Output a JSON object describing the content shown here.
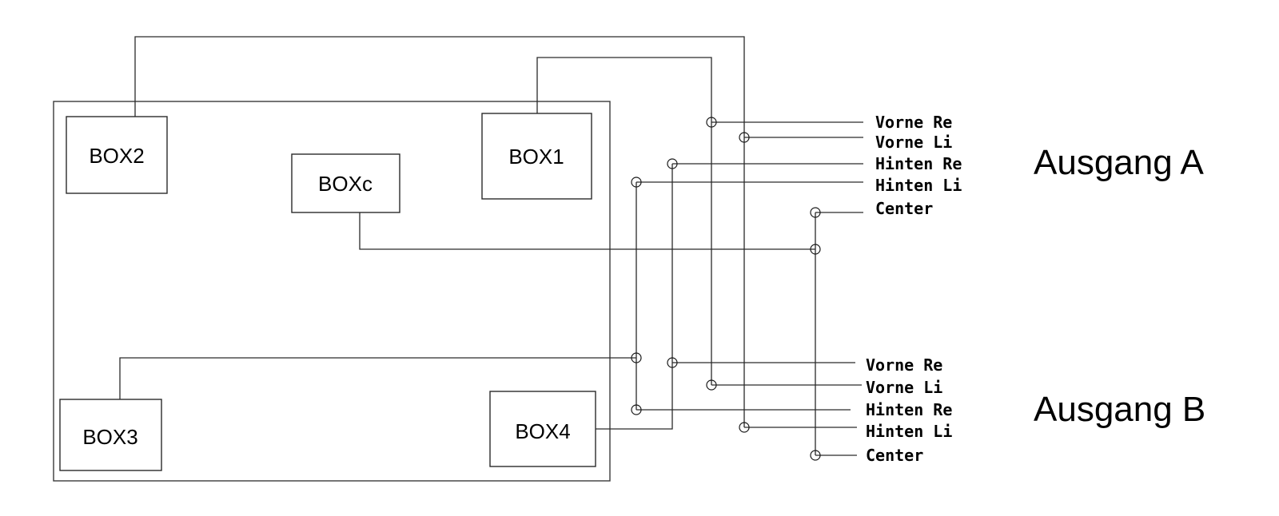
{
  "boxes": {
    "box1": "BOX1",
    "box2": "BOX2",
    "boxc": "BOXc",
    "box3": "BOX3",
    "box4": "BOX4"
  },
  "outputs": {
    "a": {
      "title": "Ausgang A",
      "channels": [
        "Vorne Re",
        "Vorne Li",
        "Hinten Re",
        "Hinten Li",
        "Center"
      ]
    },
    "b": {
      "title": "Ausgang B",
      "channels": [
        "Vorne Re",
        "Vorne Li",
        "Hinten Re",
        "Hinten Li",
        "Center"
      ]
    }
  },
  "connections": {
    "a": {
      "Vorne Re": "BOX1",
      "Vorne Li": "BOX2",
      "Hinten Re": "BOX4",
      "Hinten Li": "BOX3",
      "Center": "BOXc"
    },
    "b": {
      "Vorne Re": "BOX4",
      "Vorne Li": "BOX1",
      "Hinten Re": "BOX3",
      "Hinten Li": "BOX2",
      "Center": "BOXc"
    }
  }
}
